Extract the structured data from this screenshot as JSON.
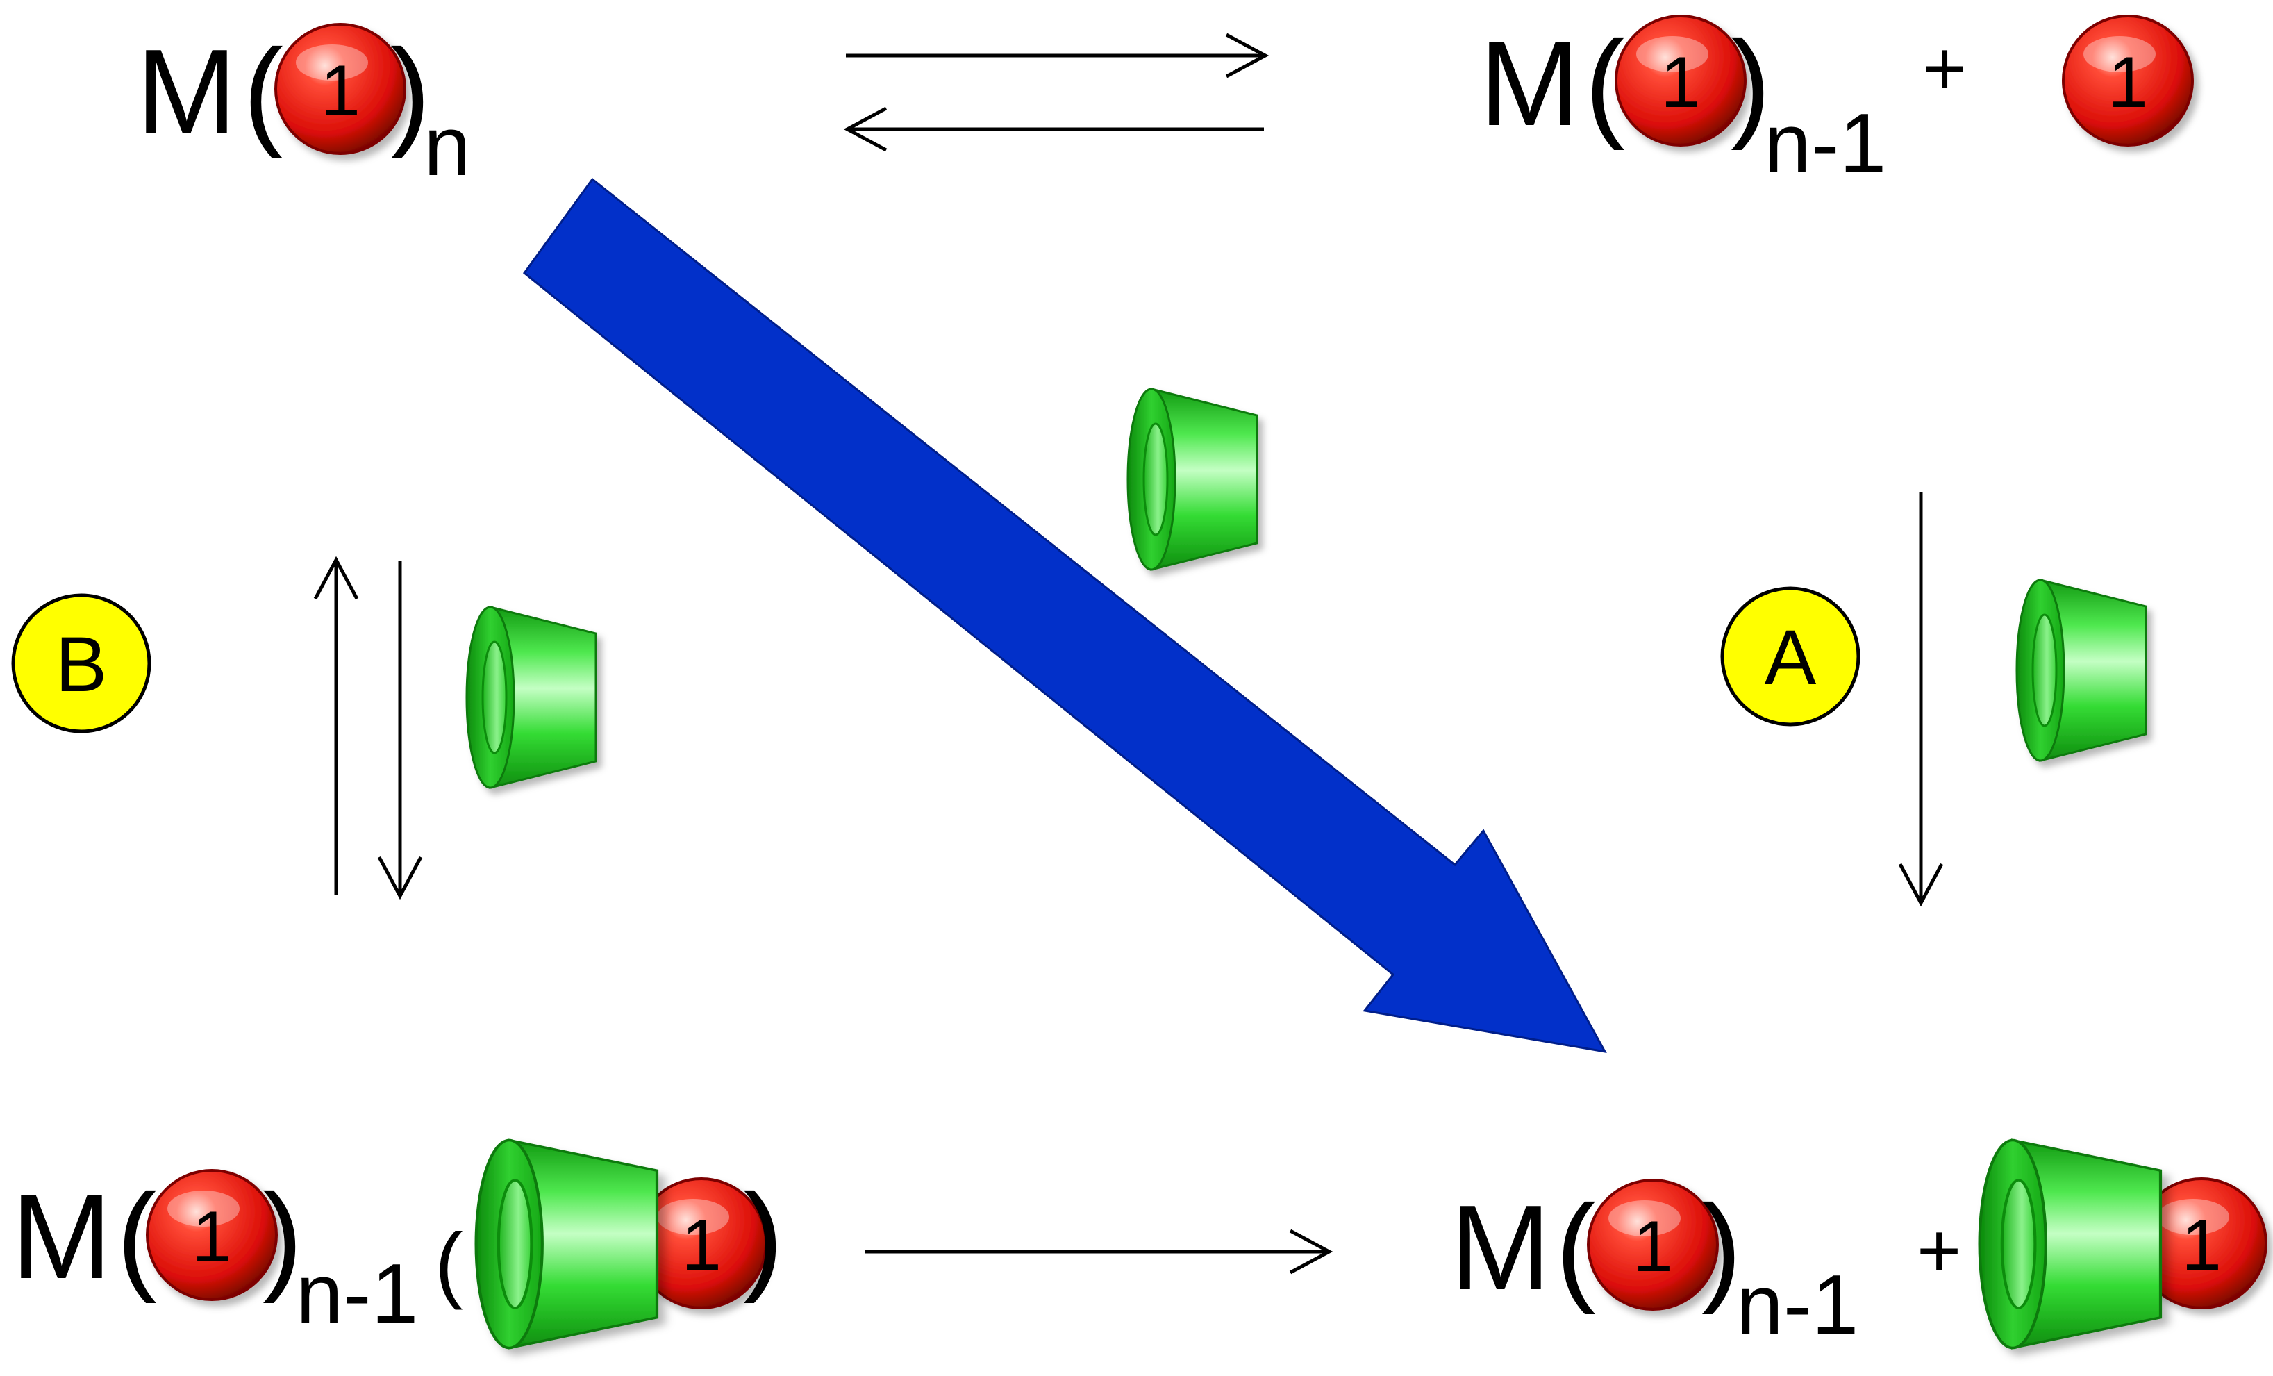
{
  "colors": {
    "ball_red": "#e8150f",
    "cup_green": "#2ad62a",
    "big_arrow_blue": "#0230c9",
    "label_yellow": "#ffff00",
    "thin_arrow": "#000000"
  },
  "icons": {
    "guest": "red-sphere-icon",
    "host": "green-truncated-cone-icon"
  },
  "species": {
    "metal": "M",
    "guest_number": "1",
    "paren_open": "(",
    "paren_close": ")",
    "sub_n": "n",
    "sub_n_minus_1": "n-1",
    "plus": "+"
  },
  "pathways": {
    "A": {
      "label": "A"
    },
    "B": {
      "label": "B"
    }
  }
}
